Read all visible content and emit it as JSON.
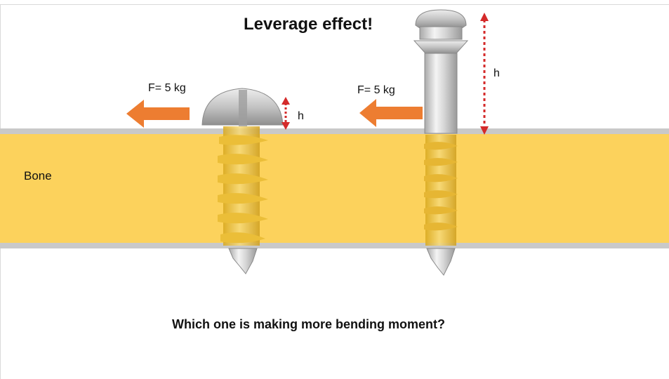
{
  "title": "Leverage effect!",
  "question": "Which one is making more bending moment?",
  "bone_label": "Bone",
  "left_screw": {
    "force_label": "F= 5 kg",
    "height_label": "h"
  },
  "right_screw": {
    "force_label": "F= 5 kg",
    "height_label": "h"
  },
  "colors": {
    "bone": "#fcd25c",
    "cortex_line": "#c9c9c9",
    "arrow_force": "#ed7d31",
    "arrow_height": "#d42a2a",
    "screw_metal": "#cfcfcf"
  }
}
